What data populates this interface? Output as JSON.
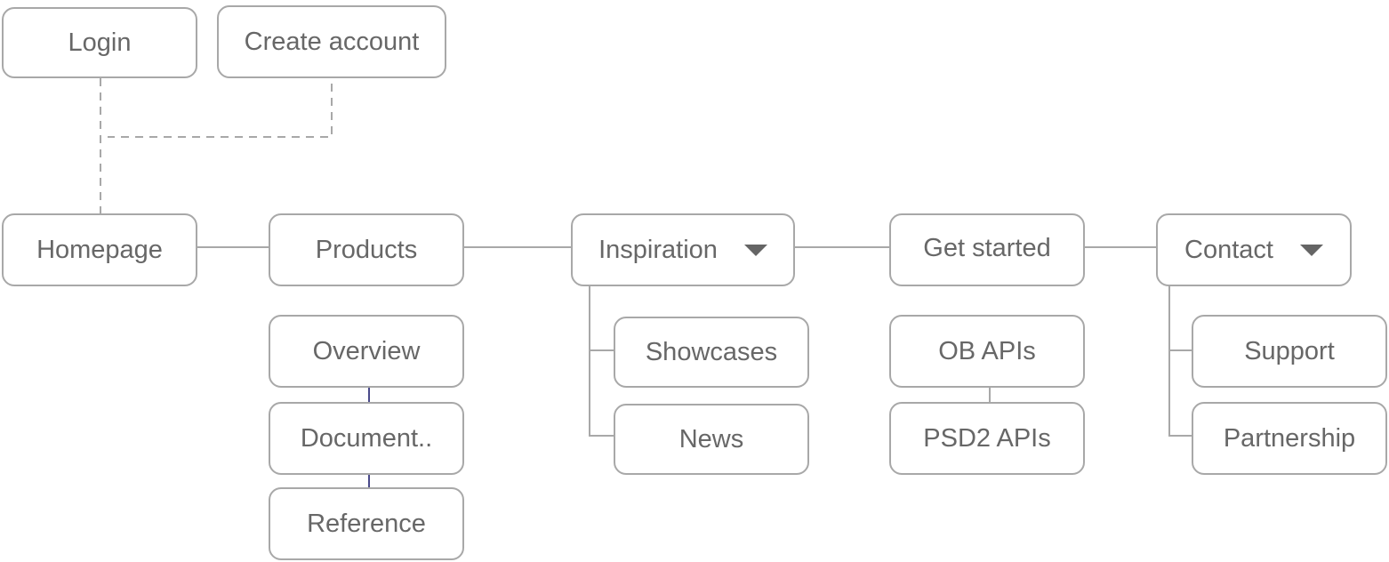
{
  "diagram": {
    "type": "sitemap",
    "colors": {
      "border": "#a8a8a8",
      "text": "#676767",
      "accent_connector": "#4a4a8a"
    },
    "auth": {
      "login": "Login",
      "create_account": "Create account"
    },
    "main_nav": [
      {
        "label": "Homepage"
      },
      {
        "label": "Products"
      },
      {
        "label": "Inspiration",
        "has_dropdown": true
      },
      {
        "label": "Get started"
      },
      {
        "label": "Contact",
        "has_dropdown": true
      }
    ],
    "products_children": [
      "Overview",
      "Document..",
      "Reference"
    ],
    "inspiration_children": [
      "Showcases",
      "News"
    ],
    "get_started_children": [
      "OB APIs",
      "PSD2 APIs"
    ],
    "contact_children": [
      "Support",
      "Partnership"
    ]
  }
}
